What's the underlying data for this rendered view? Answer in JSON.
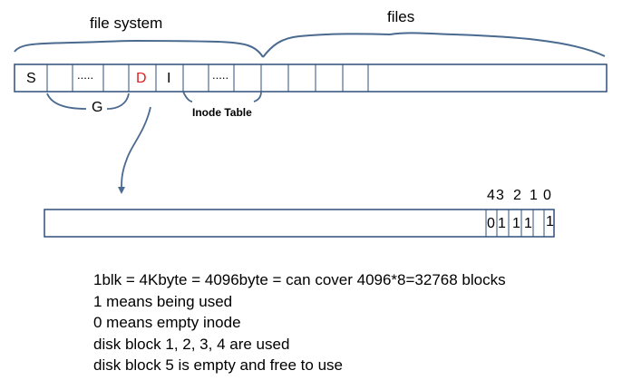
{
  "labels": {
    "file_system": "file system",
    "files": "files",
    "group": "G",
    "inode_table": "Inode Table"
  },
  "top_bar": {
    "cells": [
      "S",
      "",
      ".....",
      "",
      "D",
      "I",
      "",
      ".....",
      "",
      "",
      "",
      "",
      "",
      ""
    ],
    "highlight_cell_index": 4,
    "highlight_color": "#e02020"
  },
  "bitmap": {
    "bit_numbers": [
      "4",
      "3",
      "2",
      "1",
      "0"
    ],
    "bit_values": [
      "0",
      "1",
      "1",
      "1",
      "1"
    ]
  },
  "notes": [
    "1blk = 4Kbyte = 4096byte = can cover 4096*8=32768 blocks",
    "1 means being used",
    "0 means empty inode",
    "disk block 1, 2, 3, 4 are used",
    "disk block 5 is empty and free to use"
  ],
  "colors": {
    "box_border": "#2f4f7a",
    "line": "#4a6a8f"
  }
}
